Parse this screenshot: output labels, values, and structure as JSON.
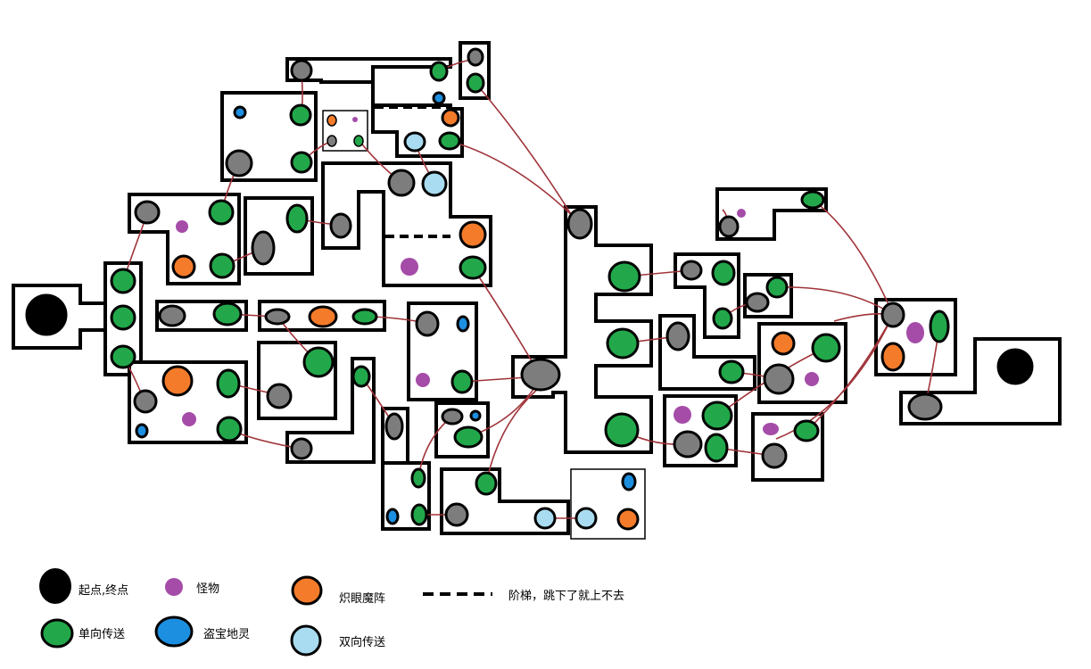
{
  "colors": {
    "start_end": "#000000",
    "monster": "#a44ca8",
    "blazing_eye": "#f47b2a",
    "stairs": "#000000",
    "one_way": "#22a84a",
    "treasure_goblin": "#1d8fe0",
    "two_way": "#a9dcf0",
    "gray_node": "#7d7d7d",
    "link": "#a0343a"
  },
  "legend": {
    "start_end": "起点,终点",
    "monster": "怪物",
    "blazing_eye": "炽眼魔阵",
    "stairs": "阶梯，跳下了就上不去",
    "one_way": "单向传送",
    "treasure_goblin": "盗宝地灵",
    "two_way": "双向传送"
  }
}
